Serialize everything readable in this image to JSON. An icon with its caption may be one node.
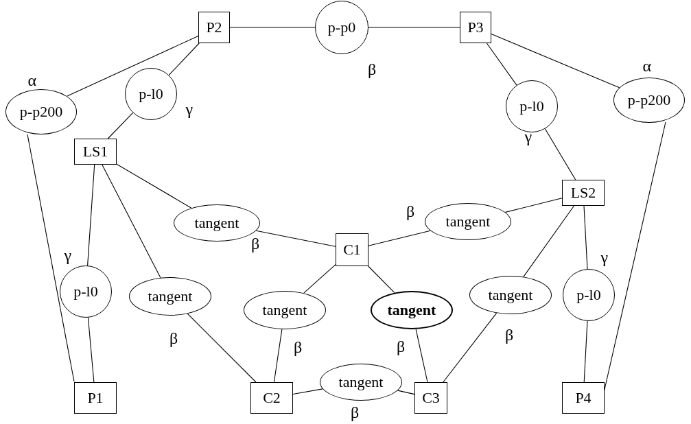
{
  "diagram": {
    "nodes": [
      {
        "text": [
          "P2"
        ]
      },
      {
        "text": [
          "p-p0"
        ],
        "beside": [
          "β"
        ]
      },
      {
        "text": [
          "P3"
        ]
      },
      {
        "text": [
          "p-p200"
        ],
        "beside": [
          "α"
        ]
      },
      {
        "text": [
          "p-l0"
        ],
        "beside": [
          "γ"
        ]
      },
      {
        "text": [
          "p-l0"
        ],
        "beside": [
          "γ"
        ]
      },
      {
        "text": [
          "p-p200"
        ],
        "beside": [
          "α"
        ]
      },
      {
        "text": [
          "LS1"
        ]
      },
      {
        "text": [
          "LS2"
        ]
      },
      {
        "text": [
          "tangent"
        ],
        "beside": [
          "β"
        ]
      },
      {
        "text": [
          "tangent"
        ],
        "beside": [
          "β"
        ]
      },
      {
        "text": [
          "C1"
        ]
      },
      {
        "text": [
          "p-l0"
        ],
        "beside": [
          "γ"
        ]
      },
      {
        "text": [
          "tangent"
        ],
        "beside": [
          "β"
        ]
      },
      {
        "text": [
          "tangent"
        ],
        "beside": [
          "β"
        ]
      },
      {
        "text": [
          "tangent"
        ],
        "beside": [
          "β"
        ]
      },
      {
        "text": [
          "tangent"
        ],
        "beside": [
          "β"
        ]
      },
      {
        "text": [
          "p-l0"
        ],
        "beside": [
          "γ"
        ]
      },
      {
        "text": [
          "P1"
        ]
      },
      {
        "text": [
          "C2"
        ]
      },
      {
        "text": [
          "tangent"
        ],
        "beside": [
          "β"
        ]
      },
      {
        "text": [
          "C3"
        ]
      },
      {
        "text": [
          "P4"
        ]
      }
    ],
    "edges": [
      {
        "from": 0,
        "to": 1,
        "arrow": "none"
      },
      {
        "from": 1,
        "to": 2,
        "arrow": "none"
      },
      {
        "from": 0,
        "to": 3,
        "arrow": "none"
      },
      {
        "from": 3,
        "to": 18,
        "arrow": "none"
      },
      {
        "from": 0,
        "to": 4,
        "arrow": "none"
      },
      {
        "from": 4,
        "to": 7,
        "arrow": "none"
      },
      {
        "from": 2,
        "to": 5,
        "arrow": "none"
      },
      {
        "from": 5,
        "to": 8,
        "arrow": "none"
      },
      {
        "from": 2,
        "to": 6,
        "arrow": "none"
      },
      {
        "from": 6,
        "to": 22,
        "arrow": "none"
      },
      {
        "from": 7,
        "to": 9,
        "arrow": "none"
      },
      {
        "from": 9,
        "to": 11,
        "arrow": "none"
      },
      {
        "from": 11,
        "to": 10,
        "arrow": "none"
      },
      {
        "from": 10,
        "to": 8,
        "arrow": "none"
      },
      {
        "from": 7,
        "to": 12,
        "arrow": "none"
      },
      {
        "from": 12,
        "to": 18,
        "arrow": "none"
      },
      {
        "from": 7,
        "to": 13,
        "arrow": "none"
      },
      {
        "from": 13,
        "to": 19,
        "arrow": "none"
      },
      {
        "from": 11,
        "to": 14,
        "arrow": "none"
      },
      {
        "from": 14,
        "to": 19,
        "arrow": "none"
      },
      {
        "from": 11,
        "to": 15,
        "arrow": "none"
      },
      {
        "from": 15,
        "to": 21,
        "arrow": "none"
      },
      {
        "from": 8,
        "to": 16,
        "arrow": "none"
      },
      {
        "from": 16,
        "to": 21,
        "arrow": "none"
      },
      {
        "from": 8,
        "to": 17,
        "arrow": "none"
      },
      {
        "from": 17,
        "to": 22,
        "arrow": "none"
      },
      {
        "from": 19,
        "to": 20,
        "arrow": "none"
      },
      {
        "from": 20,
        "to": 21,
        "arrow": "none"
      }
    ]
  }
}
